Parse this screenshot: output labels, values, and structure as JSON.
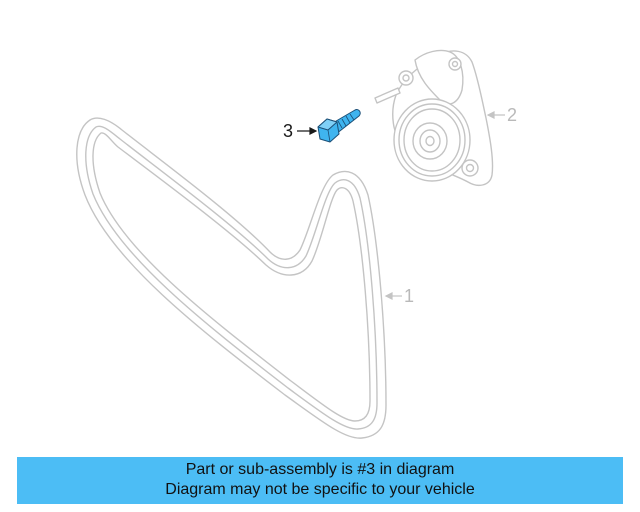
{
  "callouts": {
    "part_1": "1",
    "part_2": "2",
    "part_3": "3"
  },
  "banner": {
    "line1": "Part or sub-assembly is #3 in diagram",
    "line2": "Diagram may not be specific to your vehicle",
    "color": "#4cbdf5"
  },
  "highlight_color": "#3fb4ef",
  "line_color": "#c4c4c4"
}
